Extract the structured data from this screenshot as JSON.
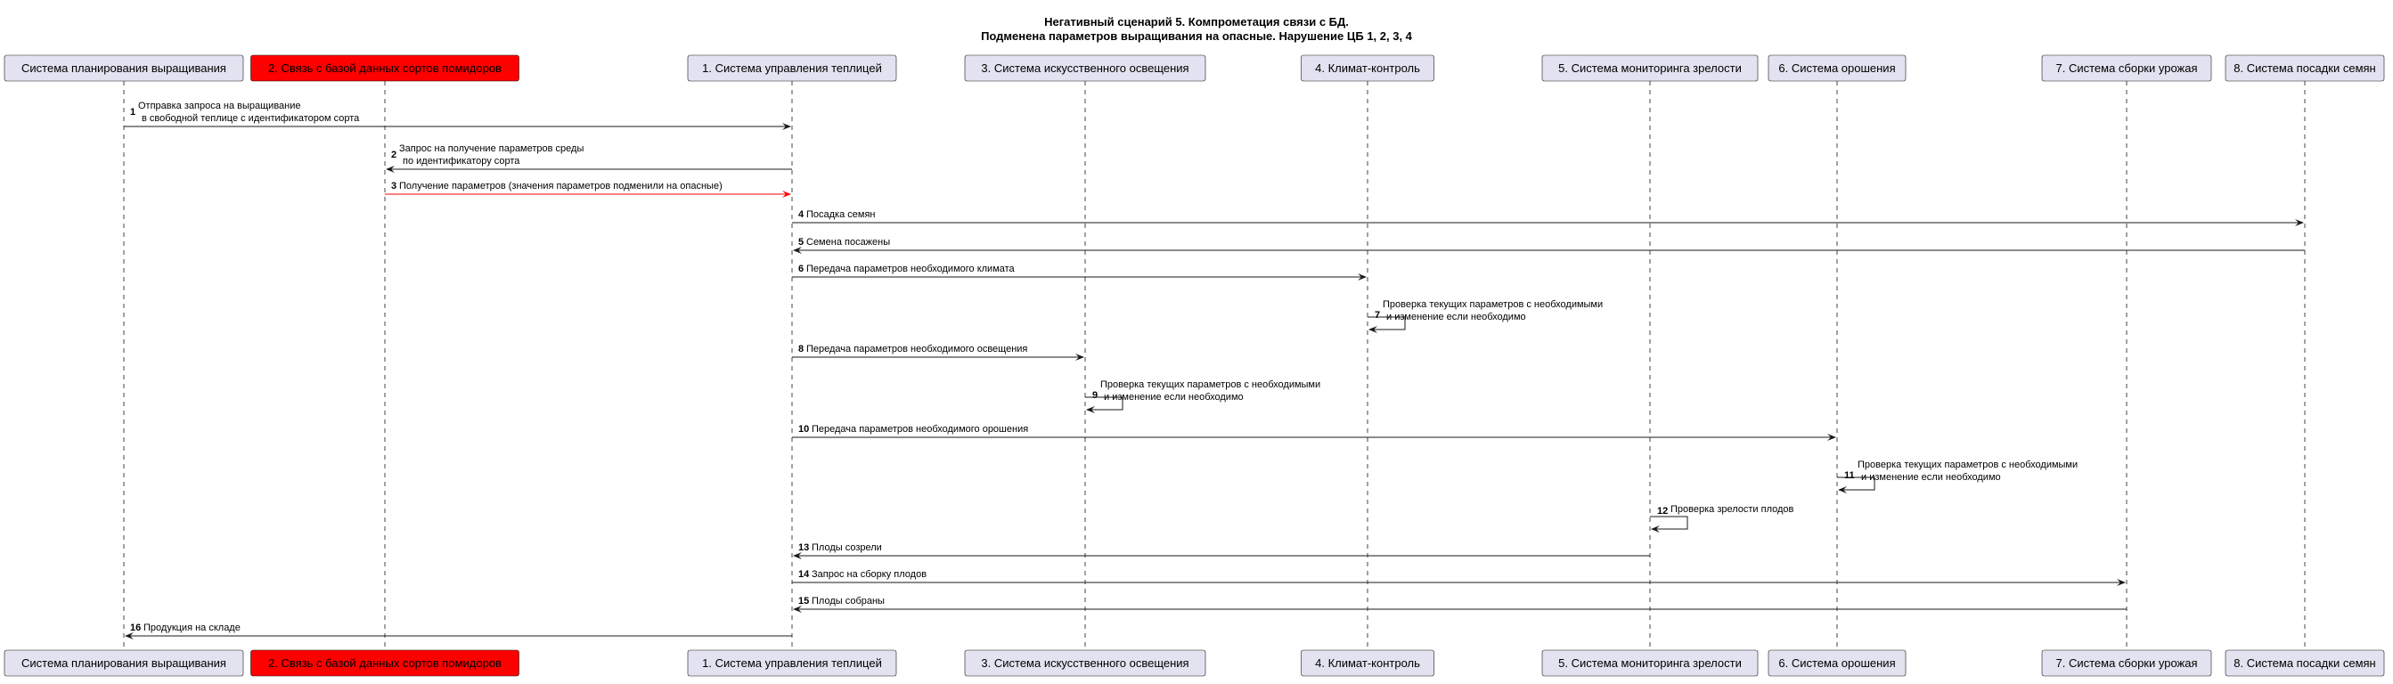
{
  "title": {
    "line1": "Негативный сценарий 5. Компрометация связи с БД.",
    "line2": "Подменена параметров выращивания на опасные. Нарушение ЦБ 1, 2, 3, 4"
  },
  "colors": {
    "participant_fill": "#e2e2f0",
    "highlight_fill": "#ff0000",
    "line": "#181818",
    "error_arrow": "#ff0000"
  },
  "participants": [
    {
      "id": "planning",
      "label": "Система планирования выращивания",
      "highlight": false
    },
    {
      "id": "db",
      "label": "2. Связь с базой данных сортов помидоров",
      "highlight": true
    },
    {
      "id": "greenhouse",
      "label": "1. Система управления теплицей",
      "highlight": false
    },
    {
      "id": "lighting",
      "label": "3. Система искусственного освещения",
      "highlight": false
    },
    {
      "id": "climate",
      "label": "4. Климат-контроль",
      "highlight": false
    },
    {
      "id": "ripeness",
      "label": "5. Система мониторинга зрелости",
      "highlight": false
    },
    {
      "id": "irrigation",
      "label": "6. Система орошения",
      "highlight": false
    },
    {
      "id": "harvest",
      "label": "7. Система сборки урожая",
      "highlight": false
    },
    {
      "id": "seeding",
      "label": "8. Система посадки семян",
      "highlight": false
    }
  ],
  "messages": [
    {
      "num": "1",
      "from": "planning",
      "to": "greenhouse",
      "lines": [
        "Отправка запроса на выращивание",
        "в свободной теплице с идентификатором сорта"
      ],
      "red": false
    },
    {
      "num": "2",
      "from": "greenhouse",
      "to": "db",
      "lines": [
        "Запрос на получение параметров среды",
        "по идентификатору сорта"
      ],
      "red": false
    },
    {
      "num": "3",
      "from": "db",
      "to": "greenhouse",
      "lines": [
        "Получение параметров (значения параметров подменили на опасные)"
      ],
      "red": true
    },
    {
      "num": "4",
      "from": "greenhouse",
      "to": "seeding",
      "lines": [
        "Посадка семян"
      ],
      "red": false
    },
    {
      "num": "5",
      "from": "seeding",
      "to": "greenhouse",
      "lines": [
        "Семена посажены"
      ],
      "red": false
    },
    {
      "num": "6",
      "from": "greenhouse",
      "to": "climate",
      "lines": [
        "Передача параметров необходимого климата"
      ],
      "red": false
    },
    {
      "num": "7",
      "from": "climate",
      "to": "climate",
      "lines": [
        "Проверка текущих параметров с необходимыми",
        "и изменение если необходимо"
      ],
      "red": false
    },
    {
      "num": "8",
      "from": "greenhouse",
      "to": "lighting",
      "lines": [
        "Передача параметров необходимого освещения"
      ],
      "red": false
    },
    {
      "num": "9",
      "from": "lighting",
      "to": "lighting",
      "lines": [
        "Проверка текущих параметров с необходимыми",
        "и изменение если необходимо"
      ],
      "red": false
    },
    {
      "num": "10",
      "from": "greenhouse",
      "to": "irrigation",
      "lines": [
        "Передача параметров необходимого орошения"
      ],
      "red": false
    },
    {
      "num": "11",
      "from": "irrigation",
      "to": "irrigation",
      "lines": [
        "Проверка текущих параметров с необходимыми",
        "и изменение если необходимо"
      ],
      "red": false
    },
    {
      "num": "12",
      "from": "ripeness",
      "to": "ripeness",
      "lines": [
        "Проверка зрелости плодов"
      ],
      "red": false
    },
    {
      "num": "13",
      "from": "ripeness",
      "to": "greenhouse",
      "lines": [
        "Плоды созрели"
      ],
      "red": false
    },
    {
      "num": "14",
      "from": "greenhouse",
      "to": "harvest",
      "lines": [
        "Запрос на сборку плодов"
      ],
      "red": false
    },
    {
      "num": "15",
      "from": "harvest",
      "to": "greenhouse",
      "lines": [
        "Плоды собраны"
      ],
      "red": false
    },
    {
      "num": "16",
      "from": "greenhouse",
      "to": "planning",
      "lines": [
        "Продукция на складе"
      ],
      "red": false
    }
  ]
}
